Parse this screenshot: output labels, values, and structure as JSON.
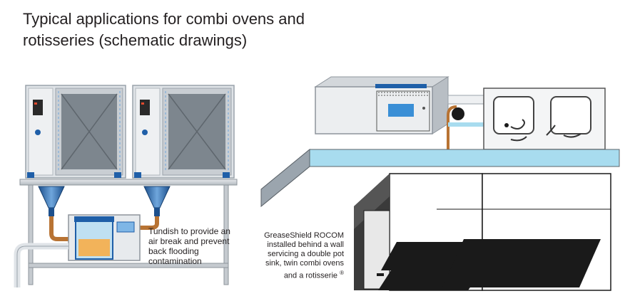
{
  "title": "Typical applications for combi ovens and rotisseries (schematic drawings)",
  "left_caption": "Tundish to provide an air break and prevent back flooding contamination",
  "right_caption": "GreaseShield ROCOM installed behind a wall servicing a double pot sink, twin combi ovens and a rotisserie",
  "registered_mark": "®",
  "colors": {
    "oven_frame": "#c7ccd2",
    "oven_glass": "#8a939b",
    "brand_blue": "#1f5fa8",
    "copper_pipe": "#b87333",
    "wall_cyan": "#a8dcef",
    "hood_dark": "#1a1a1a"
  }
}
